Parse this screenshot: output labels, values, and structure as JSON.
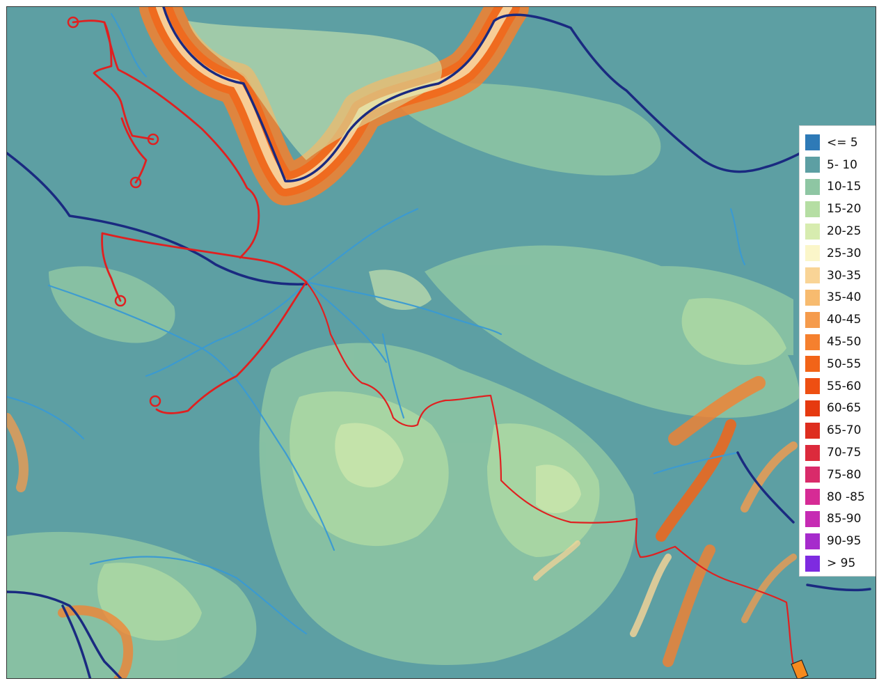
{
  "legend": {
    "items": [
      {
        "label": "<= 5",
        "color": "#2e7ab7"
      },
      {
        "label": "5- 10",
        "color": "#5d9fa3"
      },
      {
        "label": "10-15",
        "color": "#8ec6a3"
      },
      {
        "label": "15-20",
        "color": "#b5dea3"
      },
      {
        "label": "20-25",
        "color": "#d7ecaf"
      },
      {
        "label": "25-30",
        "color": "#fbf6c9"
      },
      {
        "label": "30-35",
        "color": "#f9d496"
      },
      {
        "label": "35-40",
        "color": "#f7bb6f"
      },
      {
        "label": "40-45",
        "color": "#f59b4c"
      },
      {
        "label": "45-50",
        "color": "#f5802e"
      },
      {
        "label": "50-55",
        "color": "#f26418"
      },
      {
        "label": "55-60",
        "color": "#ee4f12"
      },
      {
        "label": "60-65",
        "color": "#e63a10"
      },
      {
        "label": "65-70",
        "color": "#de2e1f"
      },
      {
        "label": "70-75",
        "color": "#dc2a3c"
      },
      {
        "label": "75-80",
        "color": "#d92b6a"
      },
      {
        "label": "80 -85",
        "color": "#d62b95"
      },
      {
        "label": "85-90",
        "color": "#c62bb3"
      },
      {
        "label": "90-95",
        "color": "#a62bcc"
      },
      {
        "label": "> 95",
        "color": "#7e2be0"
      }
    ]
  },
  "map": {
    "base_color": "#5d9fa3",
    "river_major_color": "#1a2a80",
    "river_minor_color": "#3a9ad3",
    "route_color": "#e02020",
    "marker_color": "#f58a1e"
  }
}
